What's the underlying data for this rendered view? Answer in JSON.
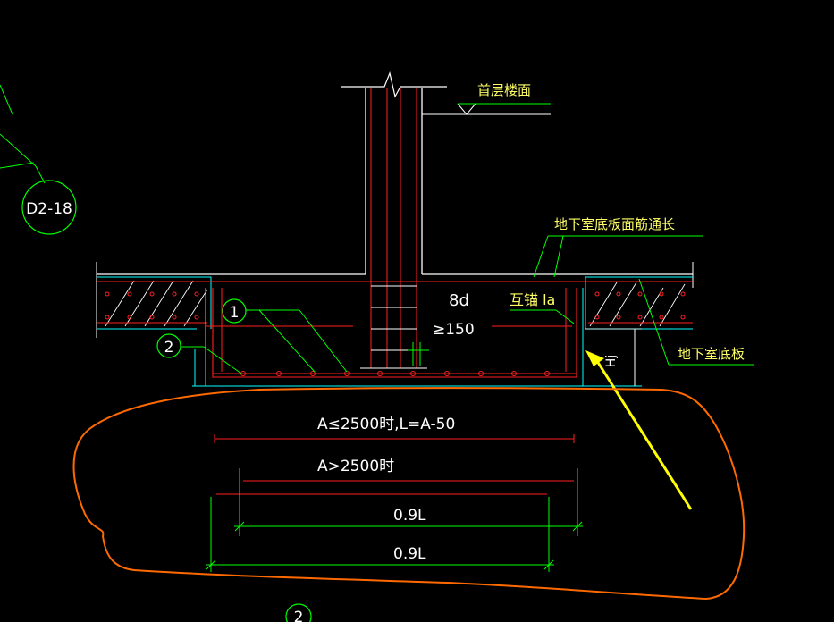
{
  "labels": {
    "detail_ref": "D2-18",
    "first_floor": "首层楼面",
    "top_rebar_note": "地下室底板面筋通长",
    "basement_slab": "地下室底板",
    "marker_1": "1",
    "marker_2": "2",
    "marker_bottom": "2",
    "lap_8d": "8d",
    "lap_150": "≥150",
    "anchor_la": "互锚 la",
    "depth_label": "Hj"
  },
  "notes": {
    "rule_small": "A≤2500时,L=A-50",
    "rule_large": "A>2500时",
    "dim_upper": "0.9L",
    "dim_lower": "0.9L"
  },
  "colors": {
    "background": "#000000",
    "outline": "#00ffff",
    "rebar": "#ff2020",
    "leader": "#00ff00",
    "text": "#ffff66",
    "label_white": "#ffffff",
    "hatch": "#ffffff",
    "highlight_cloud": "#ff6a00",
    "arrow": "#ffff00"
  }
}
